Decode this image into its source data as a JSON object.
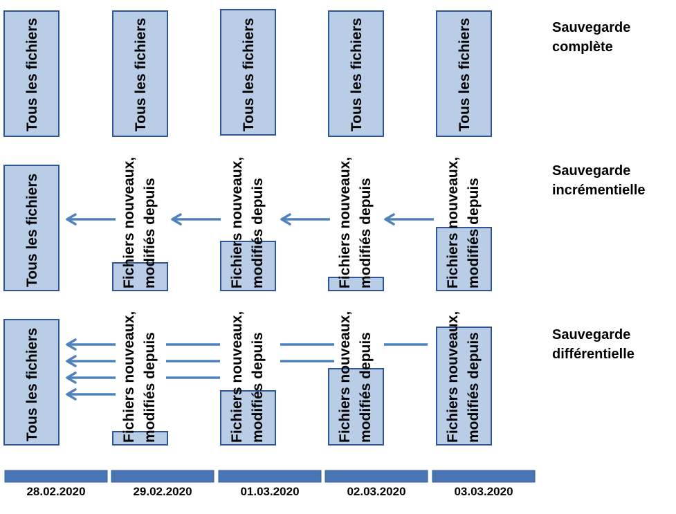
{
  "rows": {
    "full": {
      "label_line1": "Sauvegarde",
      "label_line2": "complète"
    },
    "incremental": {
      "label_line1": "Sauvegarde",
      "label_line2": "incrémentielle"
    },
    "differential": {
      "label_line1": "Sauvegarde",
      "label_line2": "différentielle"
    }
  },
  "texts": {
    "all_files": "Tous les fichiers",
    "changed_line1": "Fichiers nouveaux,",
    "changed_line2": "modifiés depuis"
  },
  "dates": [
    "28.02.2020",
    "29.02.2020",
    "01.03.2020",
    "02.03.2020",
    "03.03.2020"
  ],
  "colors": {
    "box_fill": "#b9cde6",
    "box_stroke": "#2f5592",
    "arrow": "#4f81bd",
    "bar_fill": "#4a75b5"
  }
}
